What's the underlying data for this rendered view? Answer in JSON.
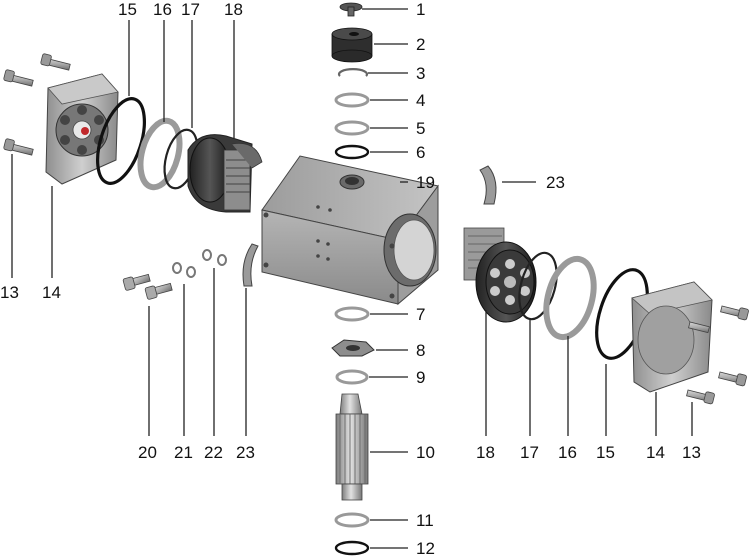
{
  "callouts": [
    {
      "id": "c1",
      "label": "1"
    },
    {
      "id": "c2",
      "label": "2"
    },
    {
      "id": "c3",
      "label": "3"
    },
    {
      "id": "c4",
      "label": "4"
    },
    {
      "id": "c5",
      "label": "5"
    },
    {
      "id": "c6",
      "label": "6"
    },
    {
      "id": "c7",
      "label": "7"
    },
    {
      "id": "c8",
      "label": "8"
    },
    {
      "id": "c9",
      "label": "9"
    },
    {
      "id": "c10",
      "label": "10"
    },
    {
      "id": "c11",
      "label": "11"
    },
    {
      "id": "c12",
      "label": "12"
    },
    {
      "id": "c13a",
      "label": "13"
    },
    {
      "id": "c14a",
      "label": "14"
    },
    {
      "id": "c15a",
      "label": "15"
    },
    {
      "id": "c16a",
      "label": "16"
    },
    {
      "id": "c17a",
      "label": "17"
    },
    {
      "id": "c18a",
      "label": "18"
    },
    {
      "id": "c19",
      "label": "19"
    },
    {
      "id": "c23a",
      "label": "23"
    },
    {
      "id": "c20",
      "label": "20"
    },
    {
      "id": "c21",
      "label": "21"
    },
    {
      "id": "c22",
      "label": "22"
    },
    {
      "id": "c23b",
      "label": "23"
    },
    {
      "id": "c18b",
      "label": "18"
    },
    {
      "id": "c17b",
      "label": "17"
    },
    {
      "id": "c16b",
      "label": "16"
    },
    {
      "id": "c15b",
      "label": "15"
    },
    {
      "id": "c14b",
      "label": "14"
    },
    {
      "id": "c13b",
      "label": "13"
    }
  ]
}
